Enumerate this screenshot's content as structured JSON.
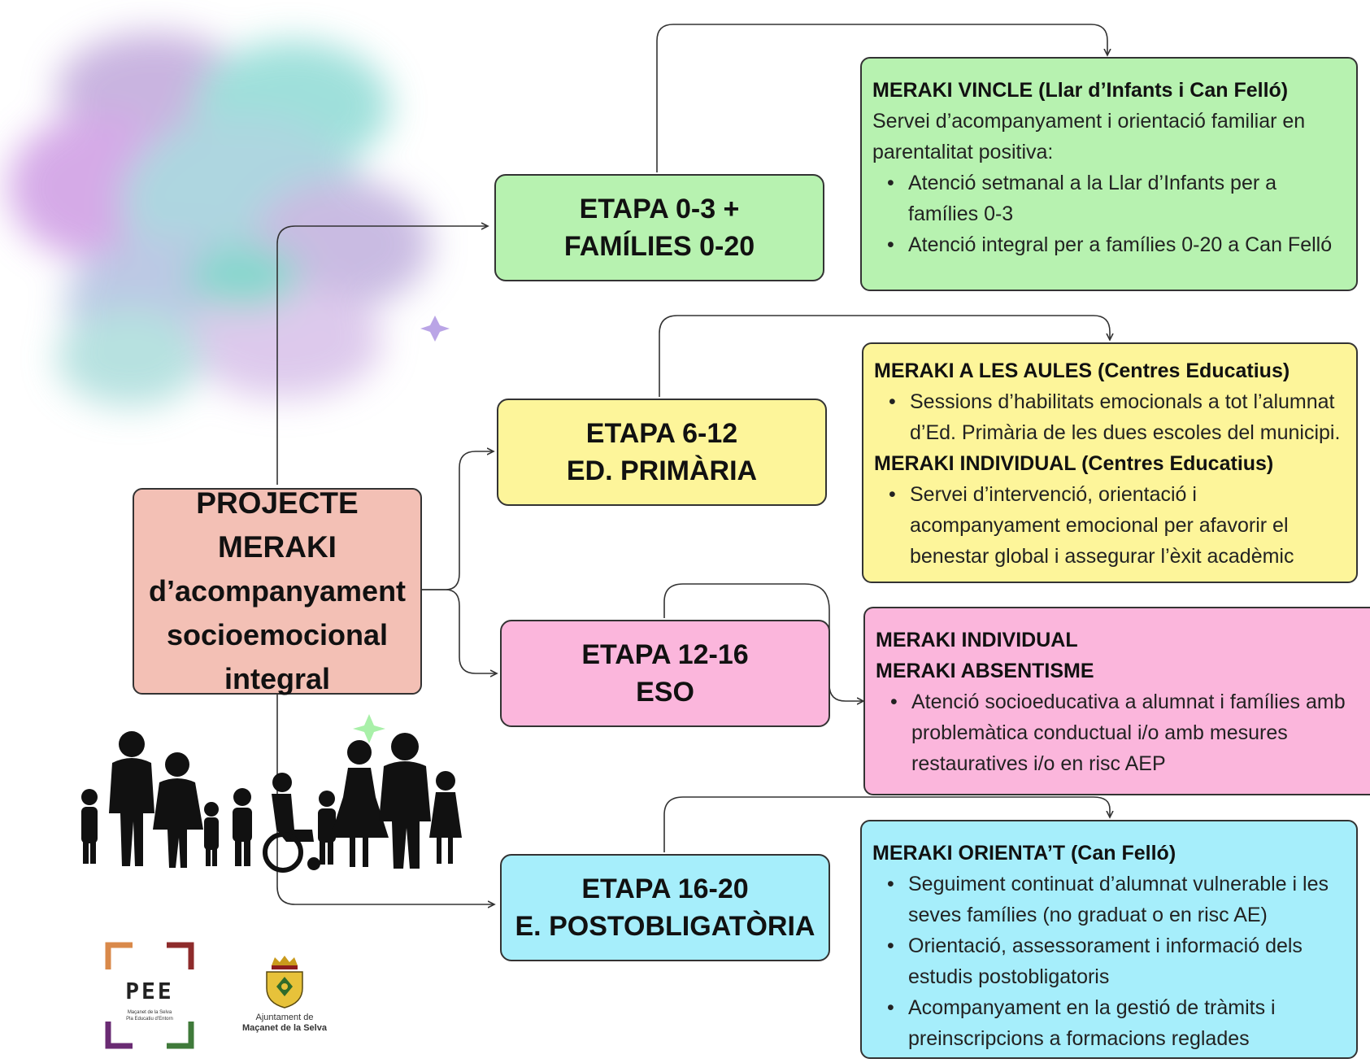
{
  "main": {
    "title": "PROJECTE MERAKI",
    "subtitle_line1": "d’acompanyament",
    "subtitle_line2": "socioemocional",
    "subtitle_line3": "integral"
  },
  "stages": [
    {
      "line1": "ETAPA 0-3 +",
      "line2": "FAMÍLIES 0-20",
      "color": "#b7f2b0"
    },
    {
      "line1": "ETAPA 6-12",
      "line2": "ED. PRIMÀRIA",
      "color": "#fdf59a"
    },
    {
      "line1": "ETAPA 12-16",
      "line2": "ESO",
      "color": "#fbb6dc"
    },
    {
      "line1": "ETAPA 16-20",
      "line2": "E. POSTOBLIGATÒRIA",
      "color": "#a6eefb"
    }
  ],
  "info": {
    "vincle": {
      "heading": "MERAKI VINCLE (Llar d’Infants i Can Felló)",
      "text": "Servei d’acompanyament i orientació familiar en parentalitat positiva:",
      "bullets": [
        "Atenció setmanal a la Llar d’Infants per a famílies 0-3",
        "Atenció integral per a famílies 0-20 a Can Felló"
      ]
    },
    "aules": {
      "heading1": "MERAKI A LES AULES (Centres Educatius)",
      "bullet1": "Sessions d’habilitats emocionals a tot l’alumnat d’Ed. Primària de les dues escoles del municipi.",
      "heading2": "MERAKI INDIVIDUAL (Centres Educatius)",
      "bullet2": "Servei d’intervenció, orientació i acompanyament emocional per afavorir el benestar global i assegurar l’èxit acadèmic"
    },
    "individual": {
      "heading1": "MERAKI INDIVIDUAL",
      "heading2": "MERAKI ABSENTISME",
      "bullet1": "Atenció socioeducativa a alumnat i famílies amb problemàtica conductual i/o amb mesures restauratives i/o en risc AEP"
    },
    "orientat": {
      "heading": "MERAKI ORIENTA’T (Can Felló)",
      "bullets": [
        "Seguiment continuat d’alumnat vulnerable i les seves famílies (no graduat o en risc AE)",
        "Orientació, assessorament i informació dels estudis postobligatoris",
        " Acompanyament en la gestió de tràmits i preinscripcions a formacions reglades"
      ]
    }
  },
  "logos": {
    "pee_text": "PEE",
    "pee_caption1": "Maçanet de la Selva",
    "pee_caption2": "Pla Educatiu d’Entorn",
    "ajuntament_line1": "Ajuntament de",
    "ajuntament_line2": "Maçanet de la Selva"
  }
}
